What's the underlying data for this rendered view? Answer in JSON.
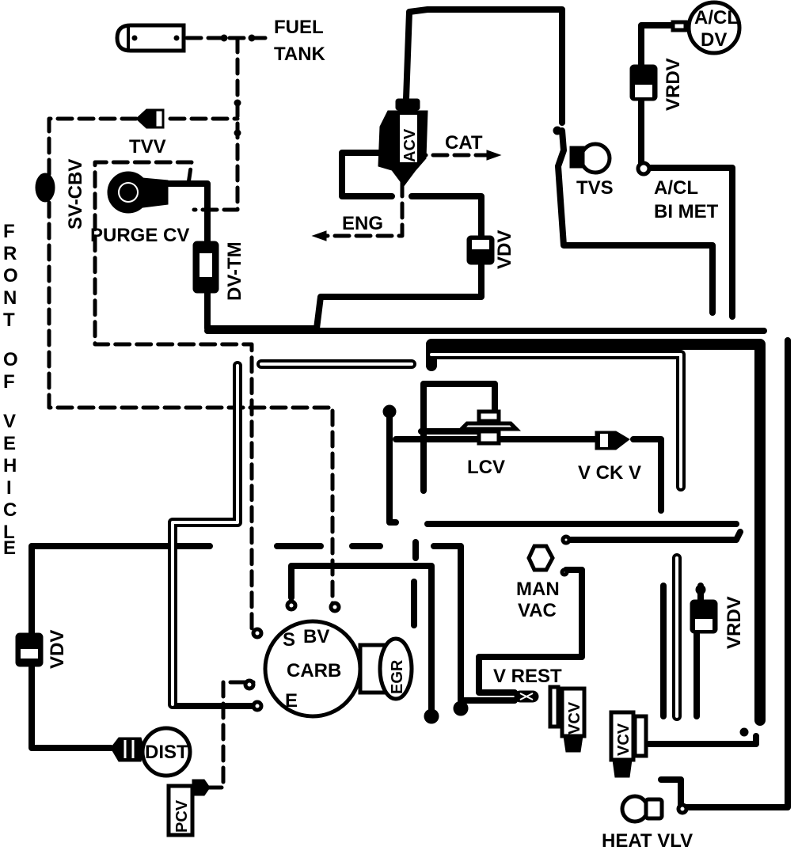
{
  "diagram": {
    "title": "Vacuum Hose Routing",
    "side_label": [
      "F",
      "R",
      "O",
      "N",
      "T",
      " ",
      "O",
      "F",
      " ",
      "V",
      "E",
      "H",
      "I",
      "C",
      "L",
      "E"
    ],
    "colors": {
      "line": "#000000",
      "background": "#ffffff"
    },
    "components": {
      "fuel_tank": {
        "label_line1": "FUEL",
        "label_line2": "TANK"
      },
      "tvv": {
        "label": "TVV"
      },
      "sv_cbv": {
        "label": "SV-CBV"
      },
      "purge_cv": {
        "label": "PURGE CV"
      },
      "dv_tm": {
        "label": "DV-TM"
      },
      "acv": {
        "label": "ACV"
      },
      "cat": {
        "label": "CAT"
      },
      "eng": {
        "label": "ENG"
      },
      "vdv_top": {
        "label": "VDV"
      },
      "tvs": {
        "label": "TVS"
      },
      "acl_dv": {
        "label_line1": "A/CL",
        "label_line2": "DV"
      },
      "vrdv_top": {
        "label": "VRDV"
      },
      "acl_bimet": {
        "label_line1": "A/CL",
        "label_line2": "BI MET"
      },
      "lcv": {
        "label": "LCV"
      },
      "vckv": {
        "label": "V CK V"
      },
      "man_vac": {
        "label_line1": "MAN",
        "label_line2": "VAC"
      },
      "vrdv_right": {
        "label": "VRDV"
      },
      "v_rest": {
        "label": "V REST"
      },
      "vcv_center": {
        "label": "VCV"
      },
      "vcv_right": {
        "label": "VCV"
      },
      "vdv_left": {
        "label": "VDV"
      },
      "carb": {
        "label": "CARB",
        "port_s": "S",
        "port_bv": "BV",
        "port_e": "E"
      },
      "egr": {
        "label": "EGR"
      },
      "dist": {
        "label": "DIST"
      },
      "pcv": {
        "label": "PCV"
      },
      "heat_vlv": {
        "label": "HEAT VLV"
      }
    }
  }
}
